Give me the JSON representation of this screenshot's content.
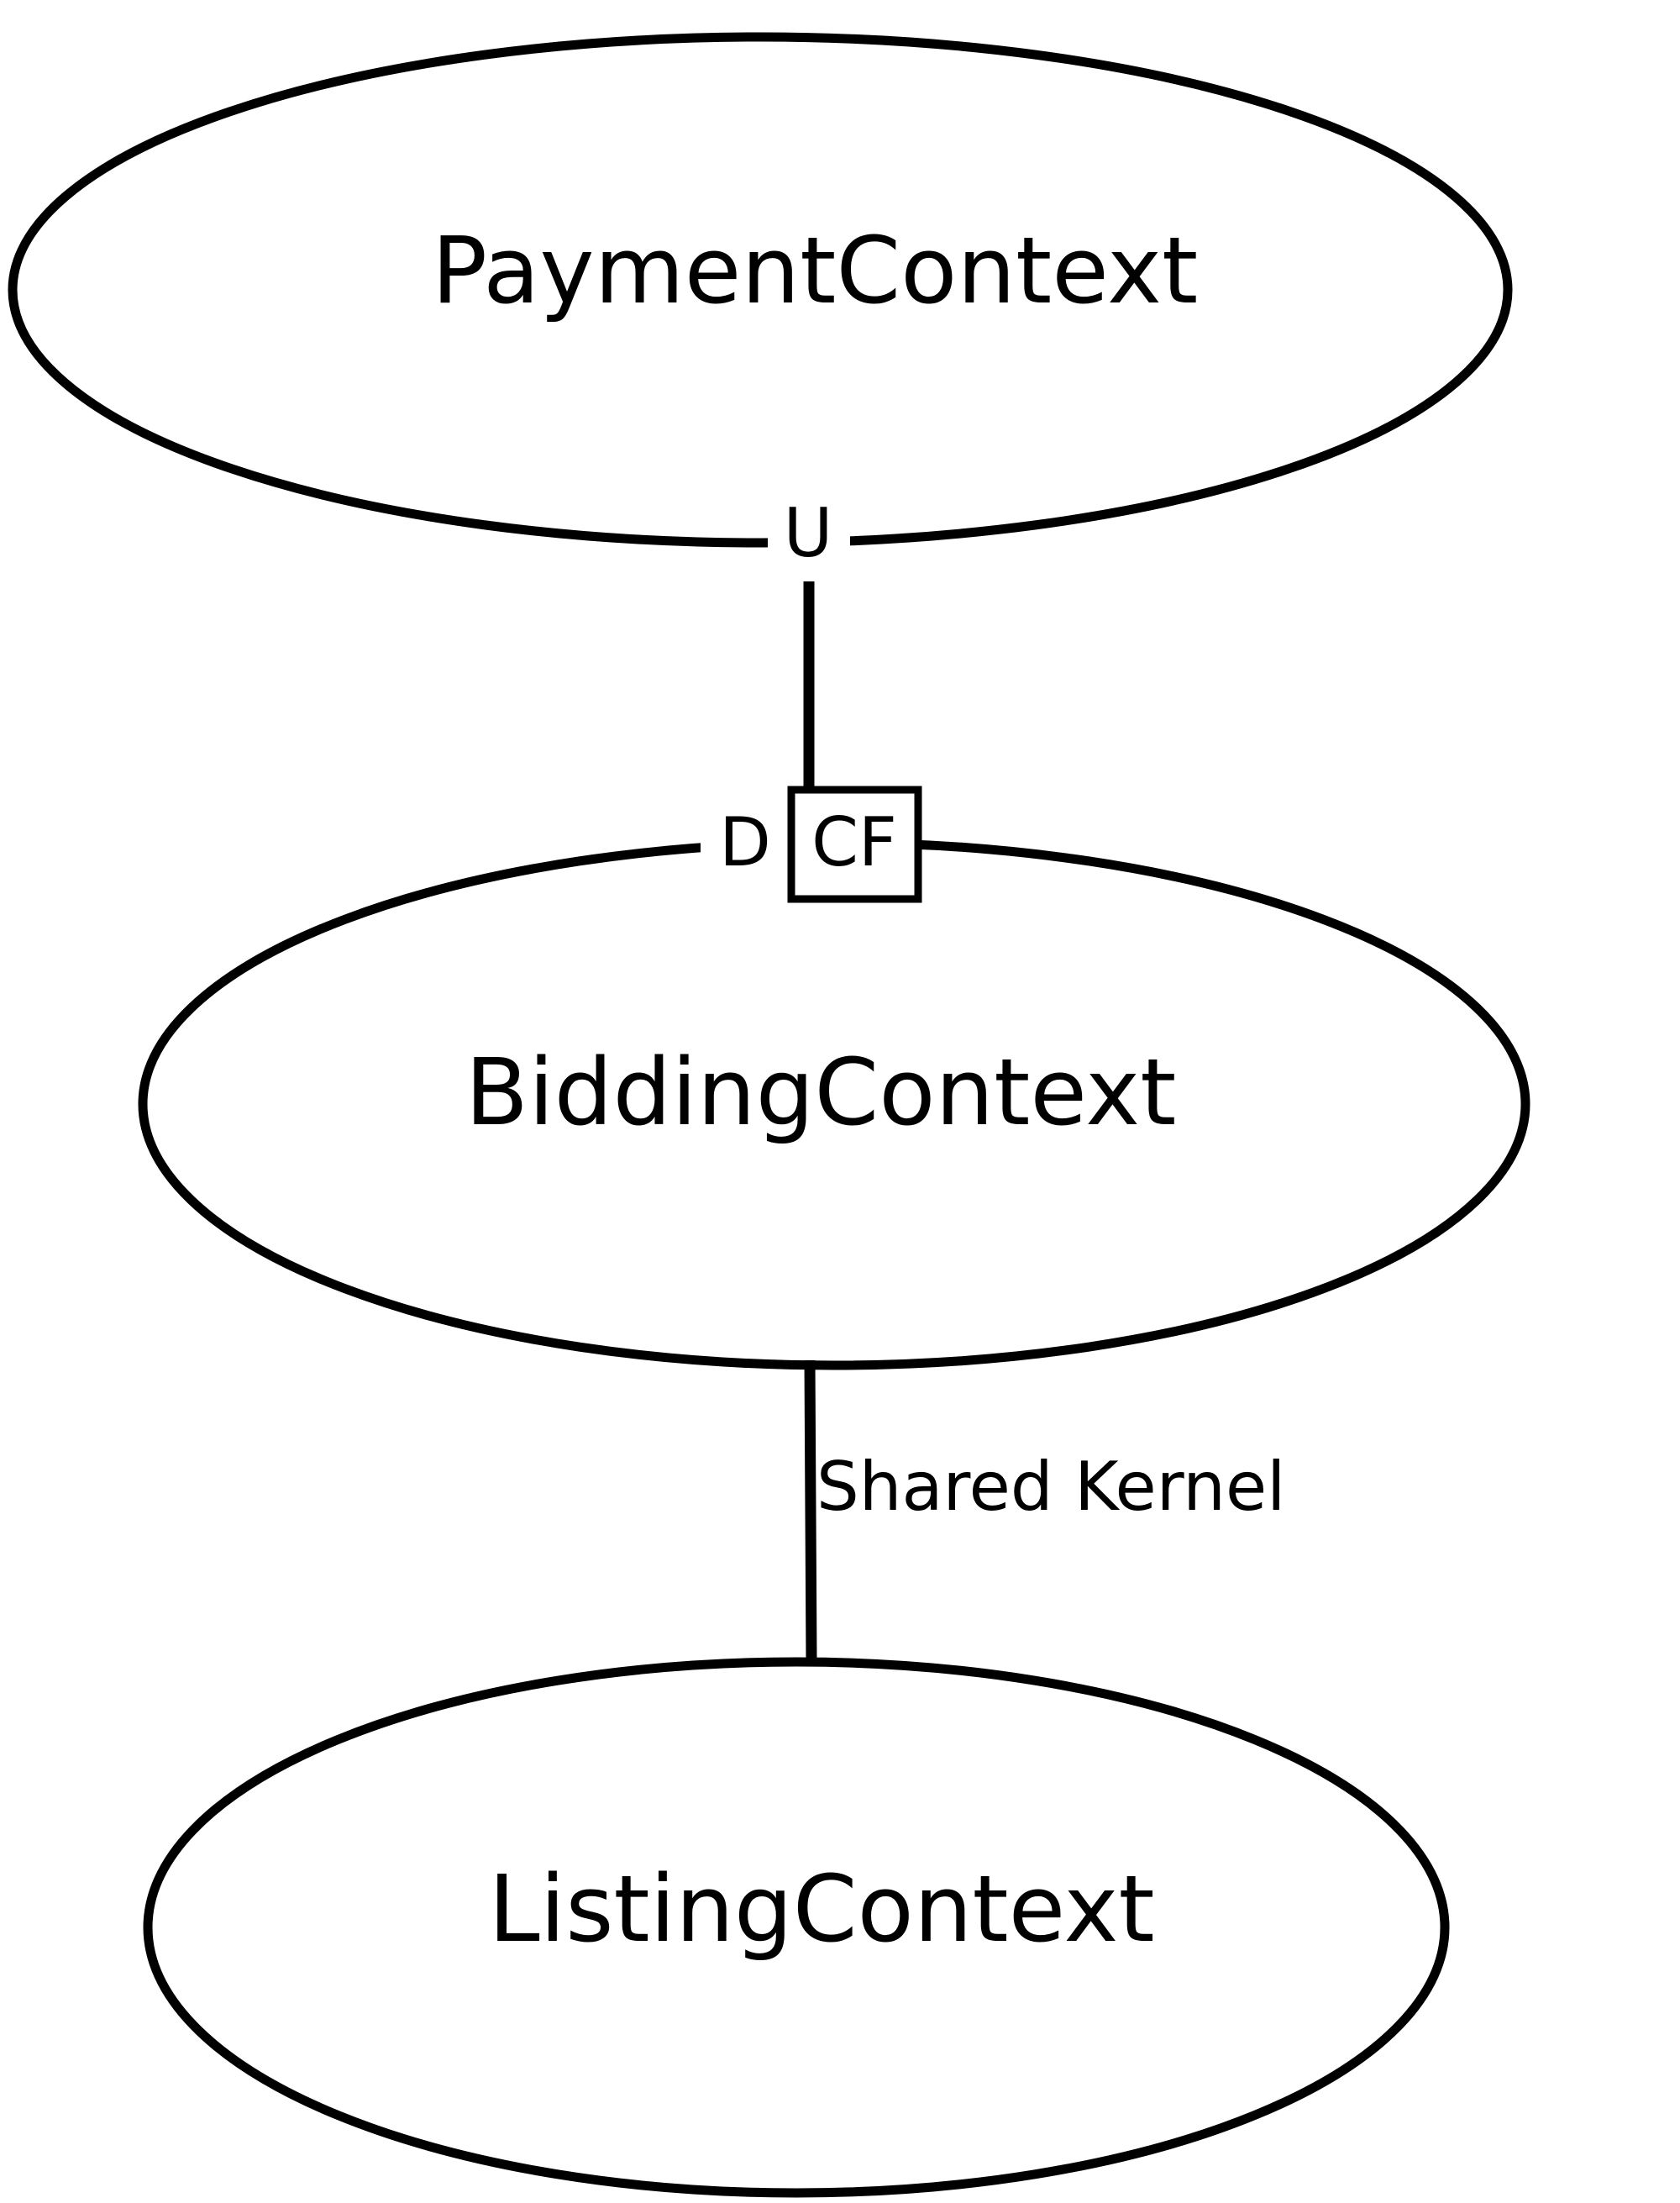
{
  "diagram": {
    "kind": "ddd-context-map",
    "canvas": {
      "background": "#ffffff",
      "line_color": "#000000"
    },
    "nodes": [
      {
        "label": "PaymentContext"
      },
      {
        "label": "BiddingContext"
      },
      {
        "label": "ListingContext"
      }
    ],
    "relationships": [
      {
        "from": "PaymentContext",
        "to": "BiddingContext",
        "upstream_label": "U",
        "downstream_label": "D",
        "pattern_box_label": "CF"
      },
      {
        "from": "BiddingContext",
        "to": "ListingContext",
        "label": "Shared Kernel"
      }
    ]
  }
}
